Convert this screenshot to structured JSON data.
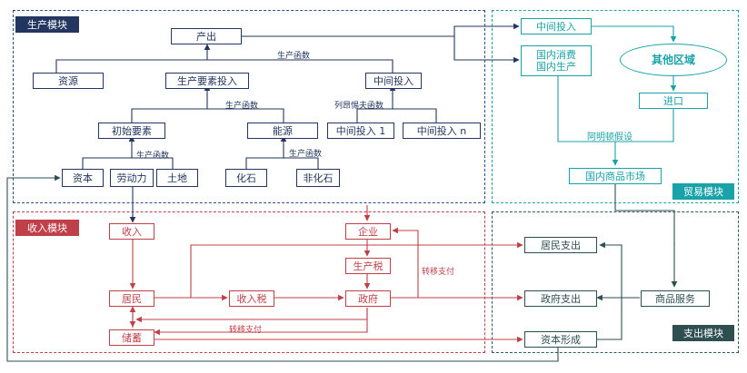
{
  "modules": {
    "production": "生产模块",
    "trade": "贸易模块",
    "income": "收入模块",
    "expenditure": "支出模块"
  },
  "production": {
    "output": "产出",
    "resources": "资源",
    "factor_input": "生产要素投入",
    "intermediate_input": "中间投入",
    "primary_factors": "初始要素",
    "energy": "能源",
    "intermediate_1": "中间投入 1",
    "intermediate_n": "中间投入 n",
    "capital": "资本",
    "labor": "劳动力",
    "land": "土地",
    "fossil": "化石",
    "non_fossil": "非化石",
    "prod_function": "生产函数",
    "leontief": "列昂惕夫函数"
  },
  "trade": {
    "intermediate_input": "中间投入",
    "domestic_consumption": "国内消费",
    "domestic_production": "国内生产",
    "other_regions": "其他区域",
    "imports": "进口",
    "armington": "阿明顿假设",
    "domestic_market": "国内商品市场"
  },
  "income": {
    "income": "收入",
    "residents": "居民",
    "savings": "储蓄",
    "income_tax": "收入税",
    "enterprise": "企业",
    "production_tax": "生产税",
    "government": "政府",
    "transfer_1": "转移支付",
    "transfer_2": "转移支付"
  },
  "expenditure": {
    "resident_exp": "居民支出",
    "government_exp": "政府支出",
    "capital_formation": "资本形成",
    "goods_services": "商品服务"
  },
  "colors": {
    "production": "#22365f",
    "trade": "#19a3a8",
    "income": "#c0404a",
    "expenditure": "#2e4e50"
  }
}
